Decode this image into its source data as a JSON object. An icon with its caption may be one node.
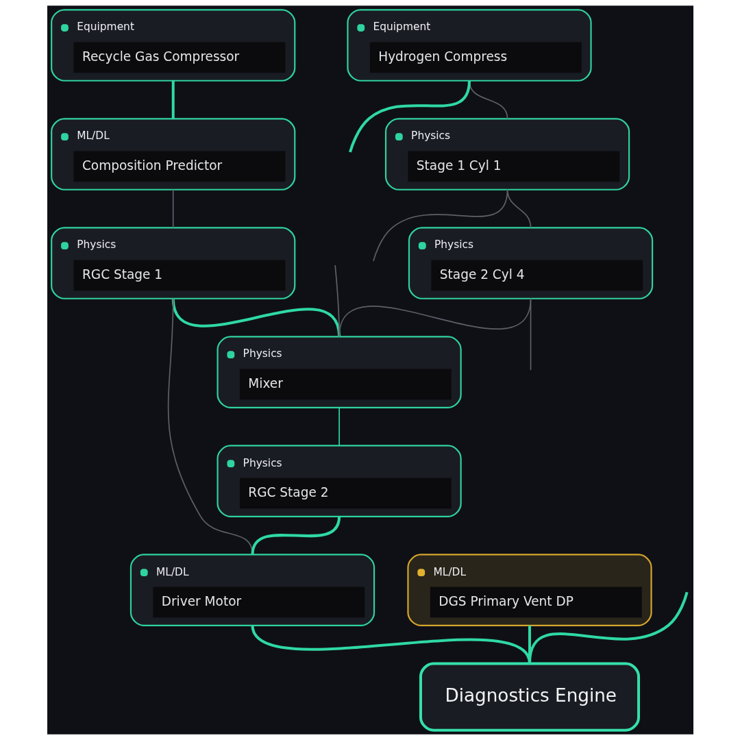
{
  "diagram": {
    "nodes": [
      {
        "text": [
          "Equipment",
          "Recycle Gas Compressor"
        ]
      },
      {
        "text": [
          "Equipment",
          "Hydrogen Compress"
        ]
      },
      {
        "text": [
          "ML/DL",
          "Composition Predictor"
        ]
      },
      {
        "text": [
          "Physics",
          "Stage 1 Cyl 1"
        ]
      },
      {
        "text": [
          "Physics",
          "RGC Stage 1"
        ]
      },
      {
        "text": [
          "Physics",
          "Stage 2 Cyl 4"
        ]
      },
      {
        "text": [
          "Physics",
          "Mixer"
        ]
      },
      {
        "text": [
          "ML/DL",
          "DGS Primary Vent DP"
        ]
      },
      {
        "text": [
          "Physics",
          "RGC Stage 2"
        ]
      },
      {
        "text": [
          "ML/DL",
          "Driver Motor"
        ]
      },
      {
        "text": [
          "Diagnostics Engine"
        ]
      }
    ],
    "edges": [
      {
        "from": 0,
        "to": 2,
        "arrow": "none",
        "style": "thick",
        "color": "#2fd9a4"
      },
      {
        "from": 1,
        "to": 3,
        "arrow": "none",
        "color": "#5d6068"
      },
      {
        "from": 1,
        "to": null,
        "arrow": "none",
        "style": "thick",
        "color": "#2fd9a4"
      },
      {
        "from": 2,
        "to": 4,
        "arrow": "none",
        "color": "#5d6068"
      },
      {
        "from": 3,
        "to": 5,
        "arrow": "none",
        "color": "#5d6068"
      },
      {
        "from": 3,
        "to": null,
        "arrow": "none",
        "color": "#5d6068"
      },
      {
        "from": 4,
        "to": 6,
        "arrow": "none",
        "style": "thick",
        "color": "#2fd9a4"
      },
      {
        "from": 4,
        "to": 9,
        "arrow": "none",
        "color": "#5d6068"
      },
      {
        "from": 5,
        "to": 6,
        "arrow": "none",
        "color": "#5d6068"
      },
      {
        "from": 5,
        "to": null,
        "arrow": "none",
        "color": "#5d6068"
      },
      {
        "from": null,
        "to": 6,
        "arrow": "none",
        "color": "#5d6068"
      },
      {
        "from": 6,
        "to": 8,
        "arrow": "none",
        "color": "#2fd9a4"
      },
      {
        "from": 8,
        "to": 9,
        "arrow": "none",
        "style": "thick",
        "color": "#2fd9a4"
      },
      {
        "from": 7,
        "to": 10,
        "arrow": "none",
        "style": "thick",
        "color": "#2fd9a4"
      },
      {
        "from": 9,
        "to": 10,
        "arrow": "none",
        "style": "thick",
        "color": "#2fd9a4"
      },
      {
        "from": null,
        "to": 10,
        "arrow": "none",
        "style": "thick",
        "color": "#2fd9a4"
      }
    ]
  }
}
